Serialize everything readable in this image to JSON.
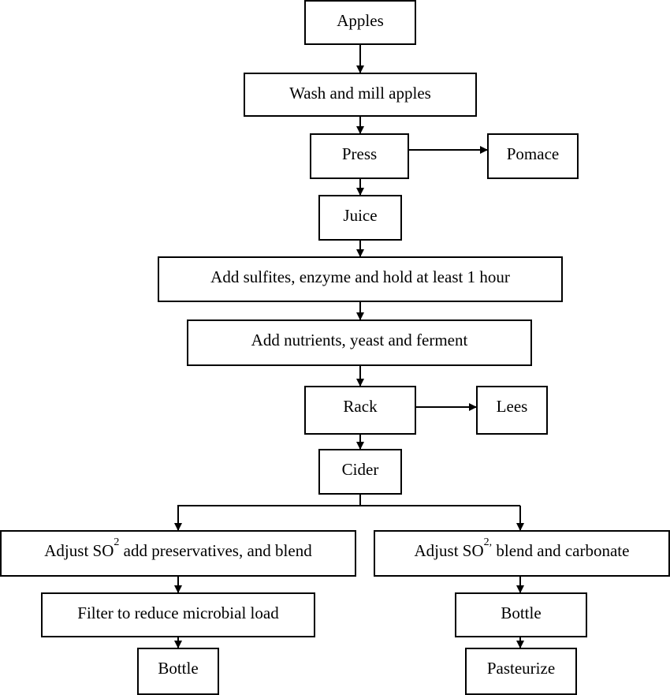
{
  "steps": {
    "apples": "Apples",
    "wash": "Wash and mill apples",
    "press": "Press",
    "pomace": "Pomace",
    "juice": "Juice",
    "sulfites": "Add sulfites, enzyme and hold at least 1 hour",
    "nutrients": "Add nutrients, yeast and ferment",
    "rack": "Rack",
    "lees": "Lees",
    "cider": "Cider",
    "left_branch": {
      "adjust_prefix": "Adjust SO",
      "adjust_sub": "2",
      "adjust_suffix": " add preservatives, and blend",
      "filter": "Filter to reduce microbial load",
      "bottle": "Bottle"
    },
    "right_branch": {
      "adjust_prefix": "Adjust SO",
      "adjust_sub": "2,",
      "adjust_suffix": " blend and carbonate",
      "bottle": "Bottle",
      "pasteurize": "Pasteurize"
    }
  }
}
